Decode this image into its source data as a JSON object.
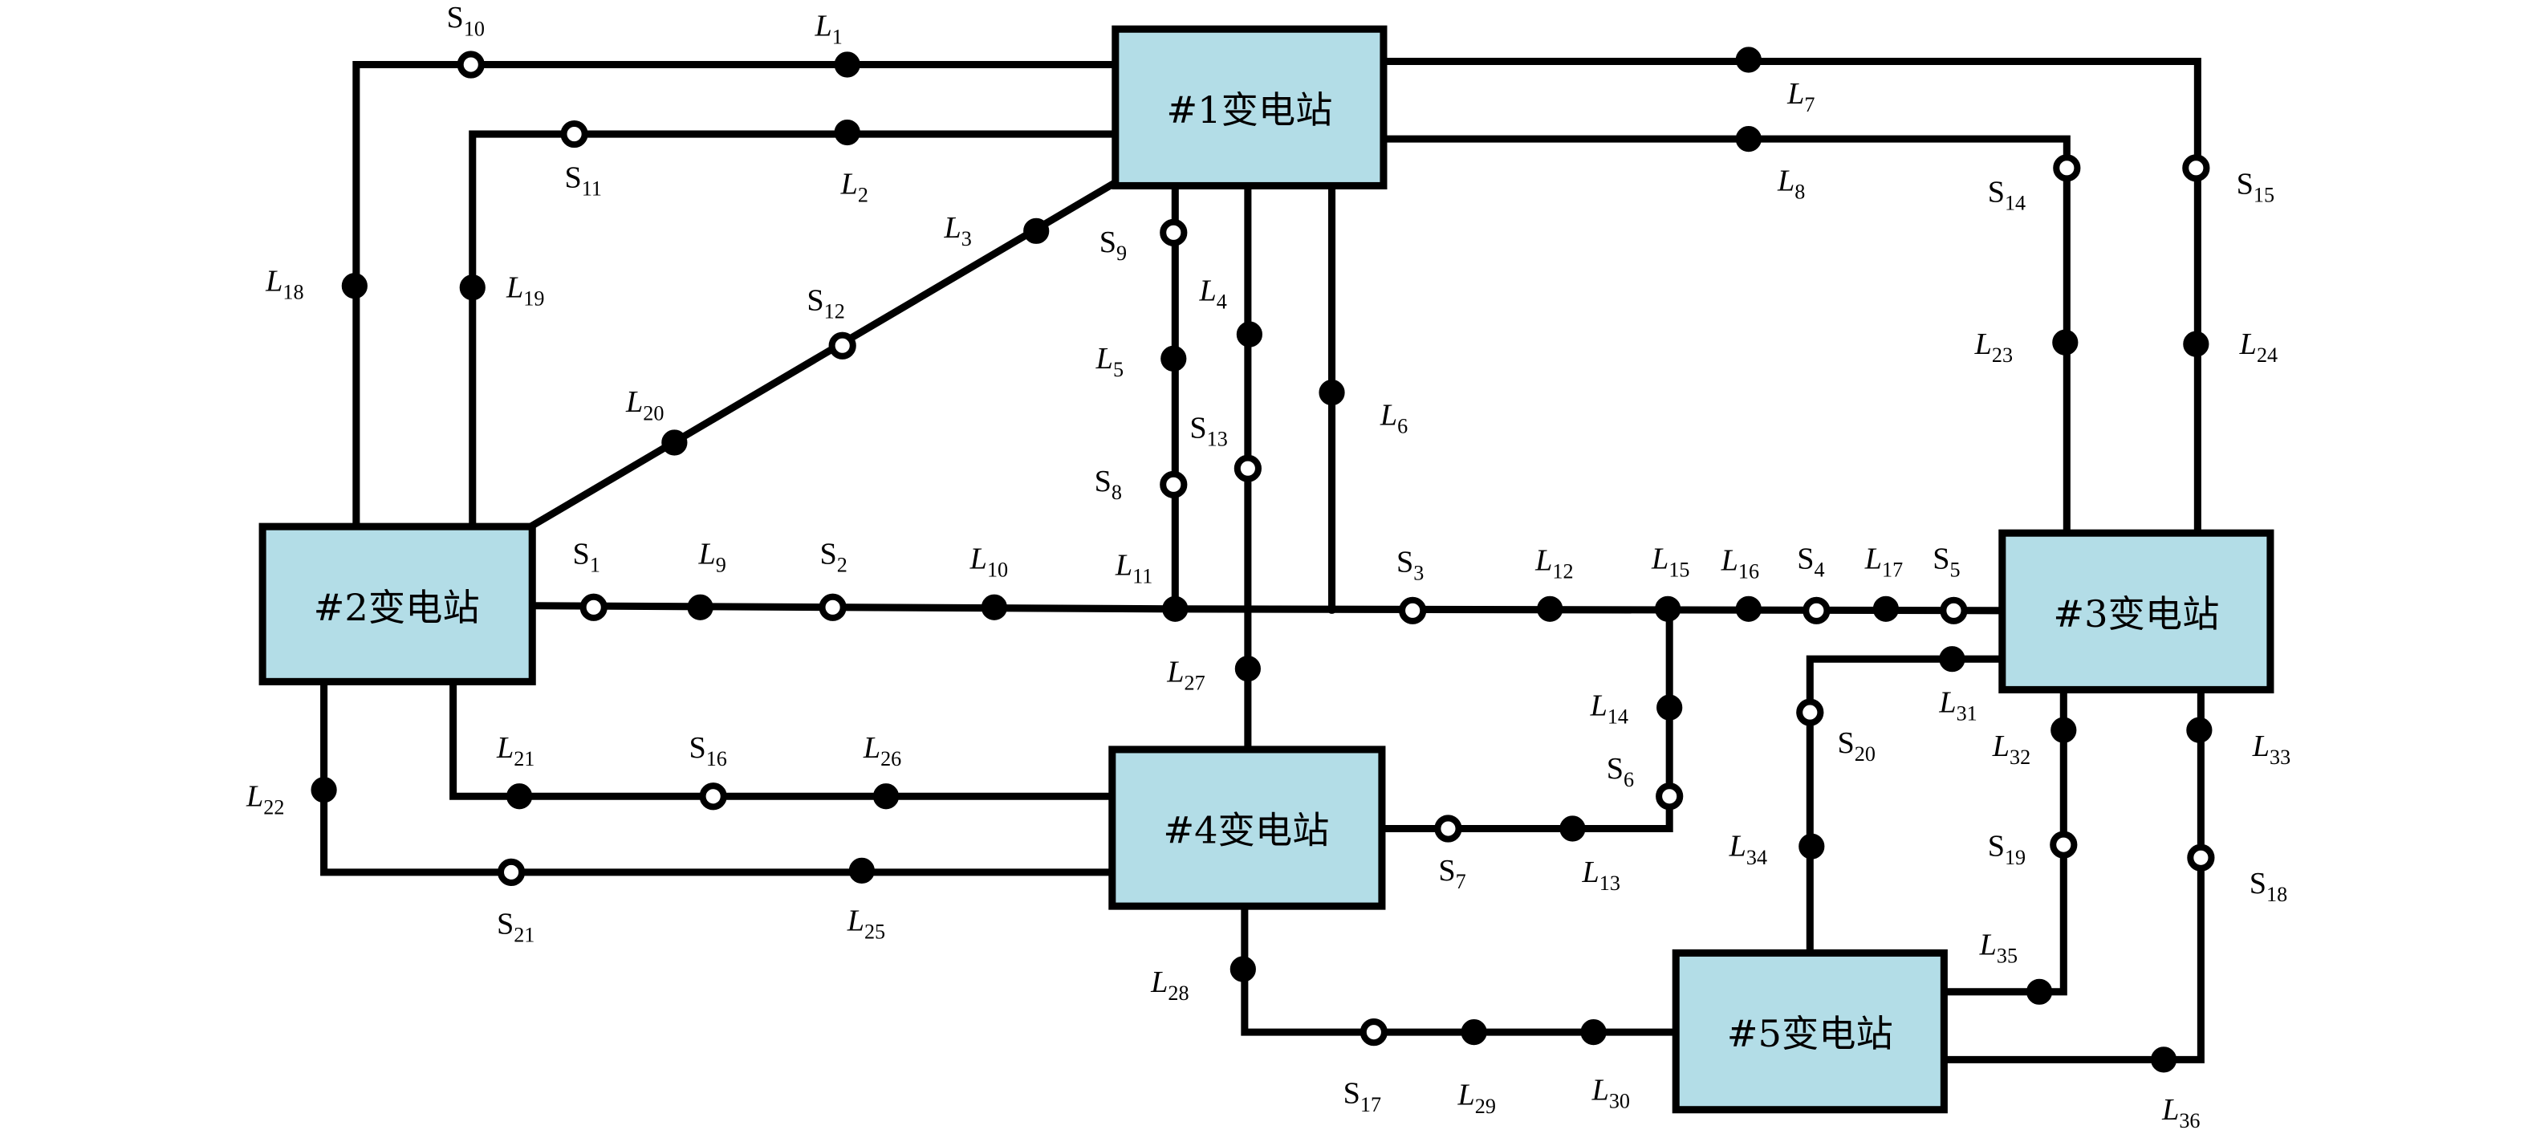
{
  "stations": [
    {
      "id": "s1",
      "label": "#1变电站"
    },
    {
      "id": "s2",
      "label": "#2变电站"
    },
    {
      "id": "s3",
      "label": "#3变电站"
    },
    {
      "id": "s4",
      "label": "#4变电站"
    },
    {
      "id": "s5",
      "label": "#5变电站"
    }
  ],
  "lines": [
    {
      "main": "L",
      "sub": "1"
    },
    {
      "main": "L",
      "sub": "2"
    },
    {
      "main": "L",
      "sub": "3"
    },
    {
      "main": "L",
      "sub": "4"
    },
    {
      "main": "L",
      "sub": "5"
    },
    {
      "main": "L",
      "sub": "6"
    },
    {
      "main": "L",
      "sub": "7"
    },
    {
      "main": "L",
      "sub": "8"
    },
    {
      "main": "L",
      "sub": "9"
    },
    {
      "main": "L",
      "sub": "10"
    },
    {
      "main": "L",
      "sub": "11"
    },
    {
      "main": "L",
      "sub": "12"
    },
    {
      "main": "L",
      "sub": "13"
    },
    {
      "main": "L",
      "sub": "14"
    },
    {
      "main": "L",
      "sub": "15"
    },
    {
      "main": "L",
      "sub": "16"
    },
    {
      "main": "L",
      "sub": "17"
    },
    {
      "main": "L",
      "sub": "18"
    },
    {
      "main": "L",
      "sub": "19"
    },
    {
      "main": "L",
      "sub": "20"
    },
    {
      "main": "L",
      "sub": "21"
    },
    {
      "main": "L",
      "sub": "22"
    },
    {
      "main": "L",
      "sub": "23"
    },
    {
      "main": "L",
      "sub": "24"
    },
    {
      "main": "L",
      "sub": "25"
    },
    {
      "main": "L",
      "sub": "26"
    },
    {
      "main": "L",
      "sub": "27"
    },
    {
      "main": "L",
      "sub": "28"
    },
    {
      "main": "L",
      "sub": "29"
    },
    {
      "main": "L",
      "sub": "30"
    },
    {
      "main": "L",
      "sub": "31"
    },
    {
      "main": "L",
      "sub": "32"
    },
    {
      "main": "L",
      "sub": "33"
    },
    {
      "main": "L",
      "sub": "34"
    },
    {
      "main": "L",
      "sub": "35"
    },
    {
      "main": "L",
      "sub": "36"
    }
  ],
  "switches": [
    {
      "main": "S",
      "sub": "1"
    },
    {
      "main": "S",
      "sub": "2"
    },
    {
      "main": "S",
      "sub": "3"
    },
    {
      "main": "S",
      "sub": "4"
    },
    {
      "main": "S",
      "sub": "5"
    },
    {
      "main": "S",
      "sub": "6"
    },
    {
      "main": "S",
      "sub": "7"
    },
    {
      "main": "S",
      "sub": "8"
    },
    {
      "main": "S",
      "sub": "9"
    },
    {
      "main": "S",
      "sub": "10"
    },
    {
      "main": "S",
      "sub": "11"
    },
    {
      "main": "S",
      "sub": "12"
    },
    {
      "main": "S",
      "sub": "13"
    },
    {
      "main": "S",
      "sub": "14"
    },
    {
      "main": "S",
      "sub": "15"
    },
    {
      "main": "S",
      "sub": "16"
    },
    {
      "main": "S",
      "sub": "17"
    },
    {
      "main": "S",
      "sub": "18"
    },
    {
      "main": "S",
      "sub": "19"
    },
    {
      "main": "S",
      "sub": "20"
    },
    {
      "main": "S",
      "sub": "21"
    }
  ]
}
